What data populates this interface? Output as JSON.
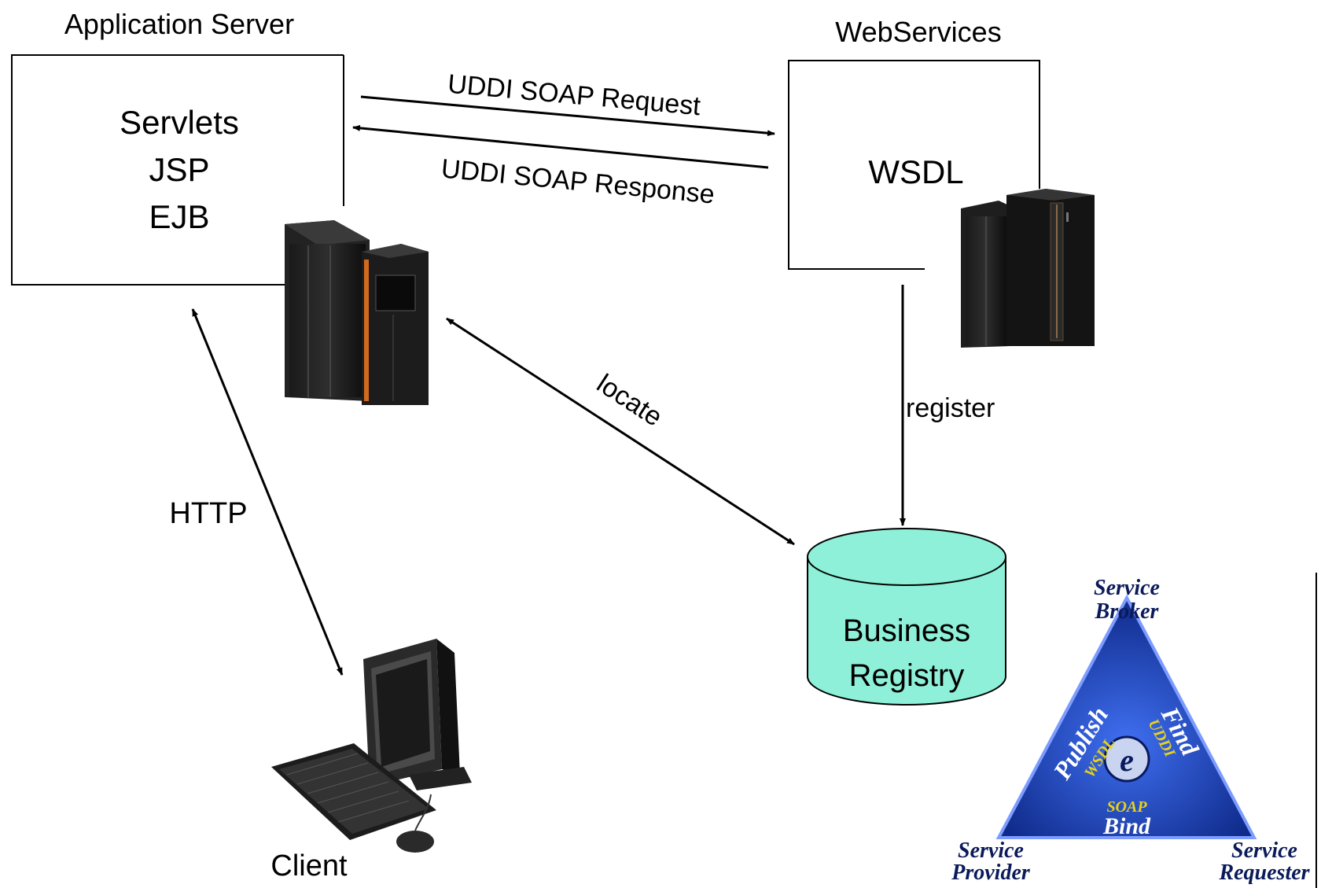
{
  "app_server": {
    "title": "Application Server",
    "components": [
      "Servlets",
      "JSP",
      "EJB"
    ]
  },
  "webservices": {
    "title": "WebServices",
    "component": "WSDL"
  },
  "registry": {
    "lines": [
      "Business",
      "Registry"
    ],
    "fill_color": "#8ef0d8"
  },
  "client": {
    "label": "Client"
  },
  "connections": {
    "request": "UDDI SOAP Request",
    "response": "UDDI SOAP Response",
    "http": "HTTP",
    "locate": "locate",
    "register": "register"
  },
  "triangle": {
    "top": [
      "Service",
      "Broker"
    ],
    "left_bottom": [
      "Service",
      "Provider"
    ],
    "right_bottom": [
      "Service",
      "Requester"
    ],
    "publish": "Publish",
    "publish_sub": "WSDL",
    "find": "Find",
    "find_sub": "UDDI",
    "bind_sub": "SOAP",
    "bind": "Bind",
    "center_glyph": "e",
    "color": "#1a3fb0",
    "accent": "#e6d21a"
  },
  "icons": [
    "mainframe-server-icon",
    "tower-server-icon",
    "desktop-computer-icon",
    "database-cylinder-icon"
  ]
}
